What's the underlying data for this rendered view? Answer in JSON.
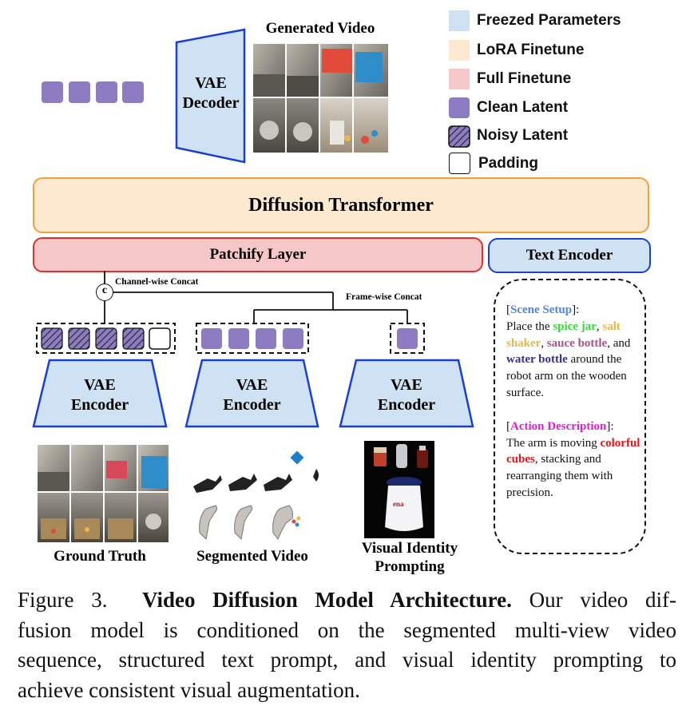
{
  "legend": {
    "frozen": "Freezed Parameters",
    "lora": "LoRA Finetune",
    "full": "Full Finetune",
    "clean": "Clean Latent",
    "noisy": "Noisy Latent",
    "padding": "Padding"
  },
  "colors": {
    "frozen": "#cfe2f3",
    "lora": "#fde9d0",
    "full": "#f5c7c8",
    "latent": "#8e7cc3",
    "lora_border": "#f0a23a",
    "full_border": "#e0322a",
    "blue_border": "#1a3fd6"
  },
  "top": {
    "generated_video": "Generated Video",
    "vae_decoder_line1": "VAE",
    "vae_decoder_line2": "Decoder"
  },
  "blocks": {
    "diffusion_transformer": "Diffusion Transformer",
    "patchify_layer": "Patchify Layer",
    "text_encoder": "Text Encoder"
  },
  "connectors": {
    "concat_symbol": "c",
    "channel_concat": "Channel-wise Concat",
    "frame_concat": "Frame-wise Concat"
  },
  "encoders": {
    "line1": "VAE",
    "line2": "Encoder"
  },
  "inputs": {
    "ground_truth": "Ground Truth",
    "segmented_video": "Segmented Video",
    "visual_identity_line1": "Visual Identity",
    "visual_identity_line2": "Prompting"
  },
  "prompt": {
    "scene_open": "[",
    "scene_tag": "Scene Setup",
    "scene_close": "]:",
    "place_the": "Place the ",
    "spice_jar": "spice jar",
    "comma1": ", ",
    "salt": "salt shaker",
    "comma2": ", ",
    "sauce": "sauce bottle",
    "comma3": ",",
    "and": " and ",
    "water": "water bottle",
    "scene_rest": " around the robot arm on the wooden surface.",
    "action_open": "[",
    "action_tag": "Action Description",
    "action_close": "]:",
    "arm_moving": "The arm is moving ",
    "cubes": "colorful cubes",
    "action_rest": ", stacking and rearranging them with precision."
  },
  "caption": {
    "label": "Figure 3.",
    "title": "Video Diffusion Model Architecture.",
    "line1_rest": "Our video dif-",
    "line2": "fusion model is conditioned on the segmented multi-view video",
    "line3": "sequence, structured text prompt, and visual identity prompting to",
    "line4": "achieve consistent visual augmentation."
  }
}
